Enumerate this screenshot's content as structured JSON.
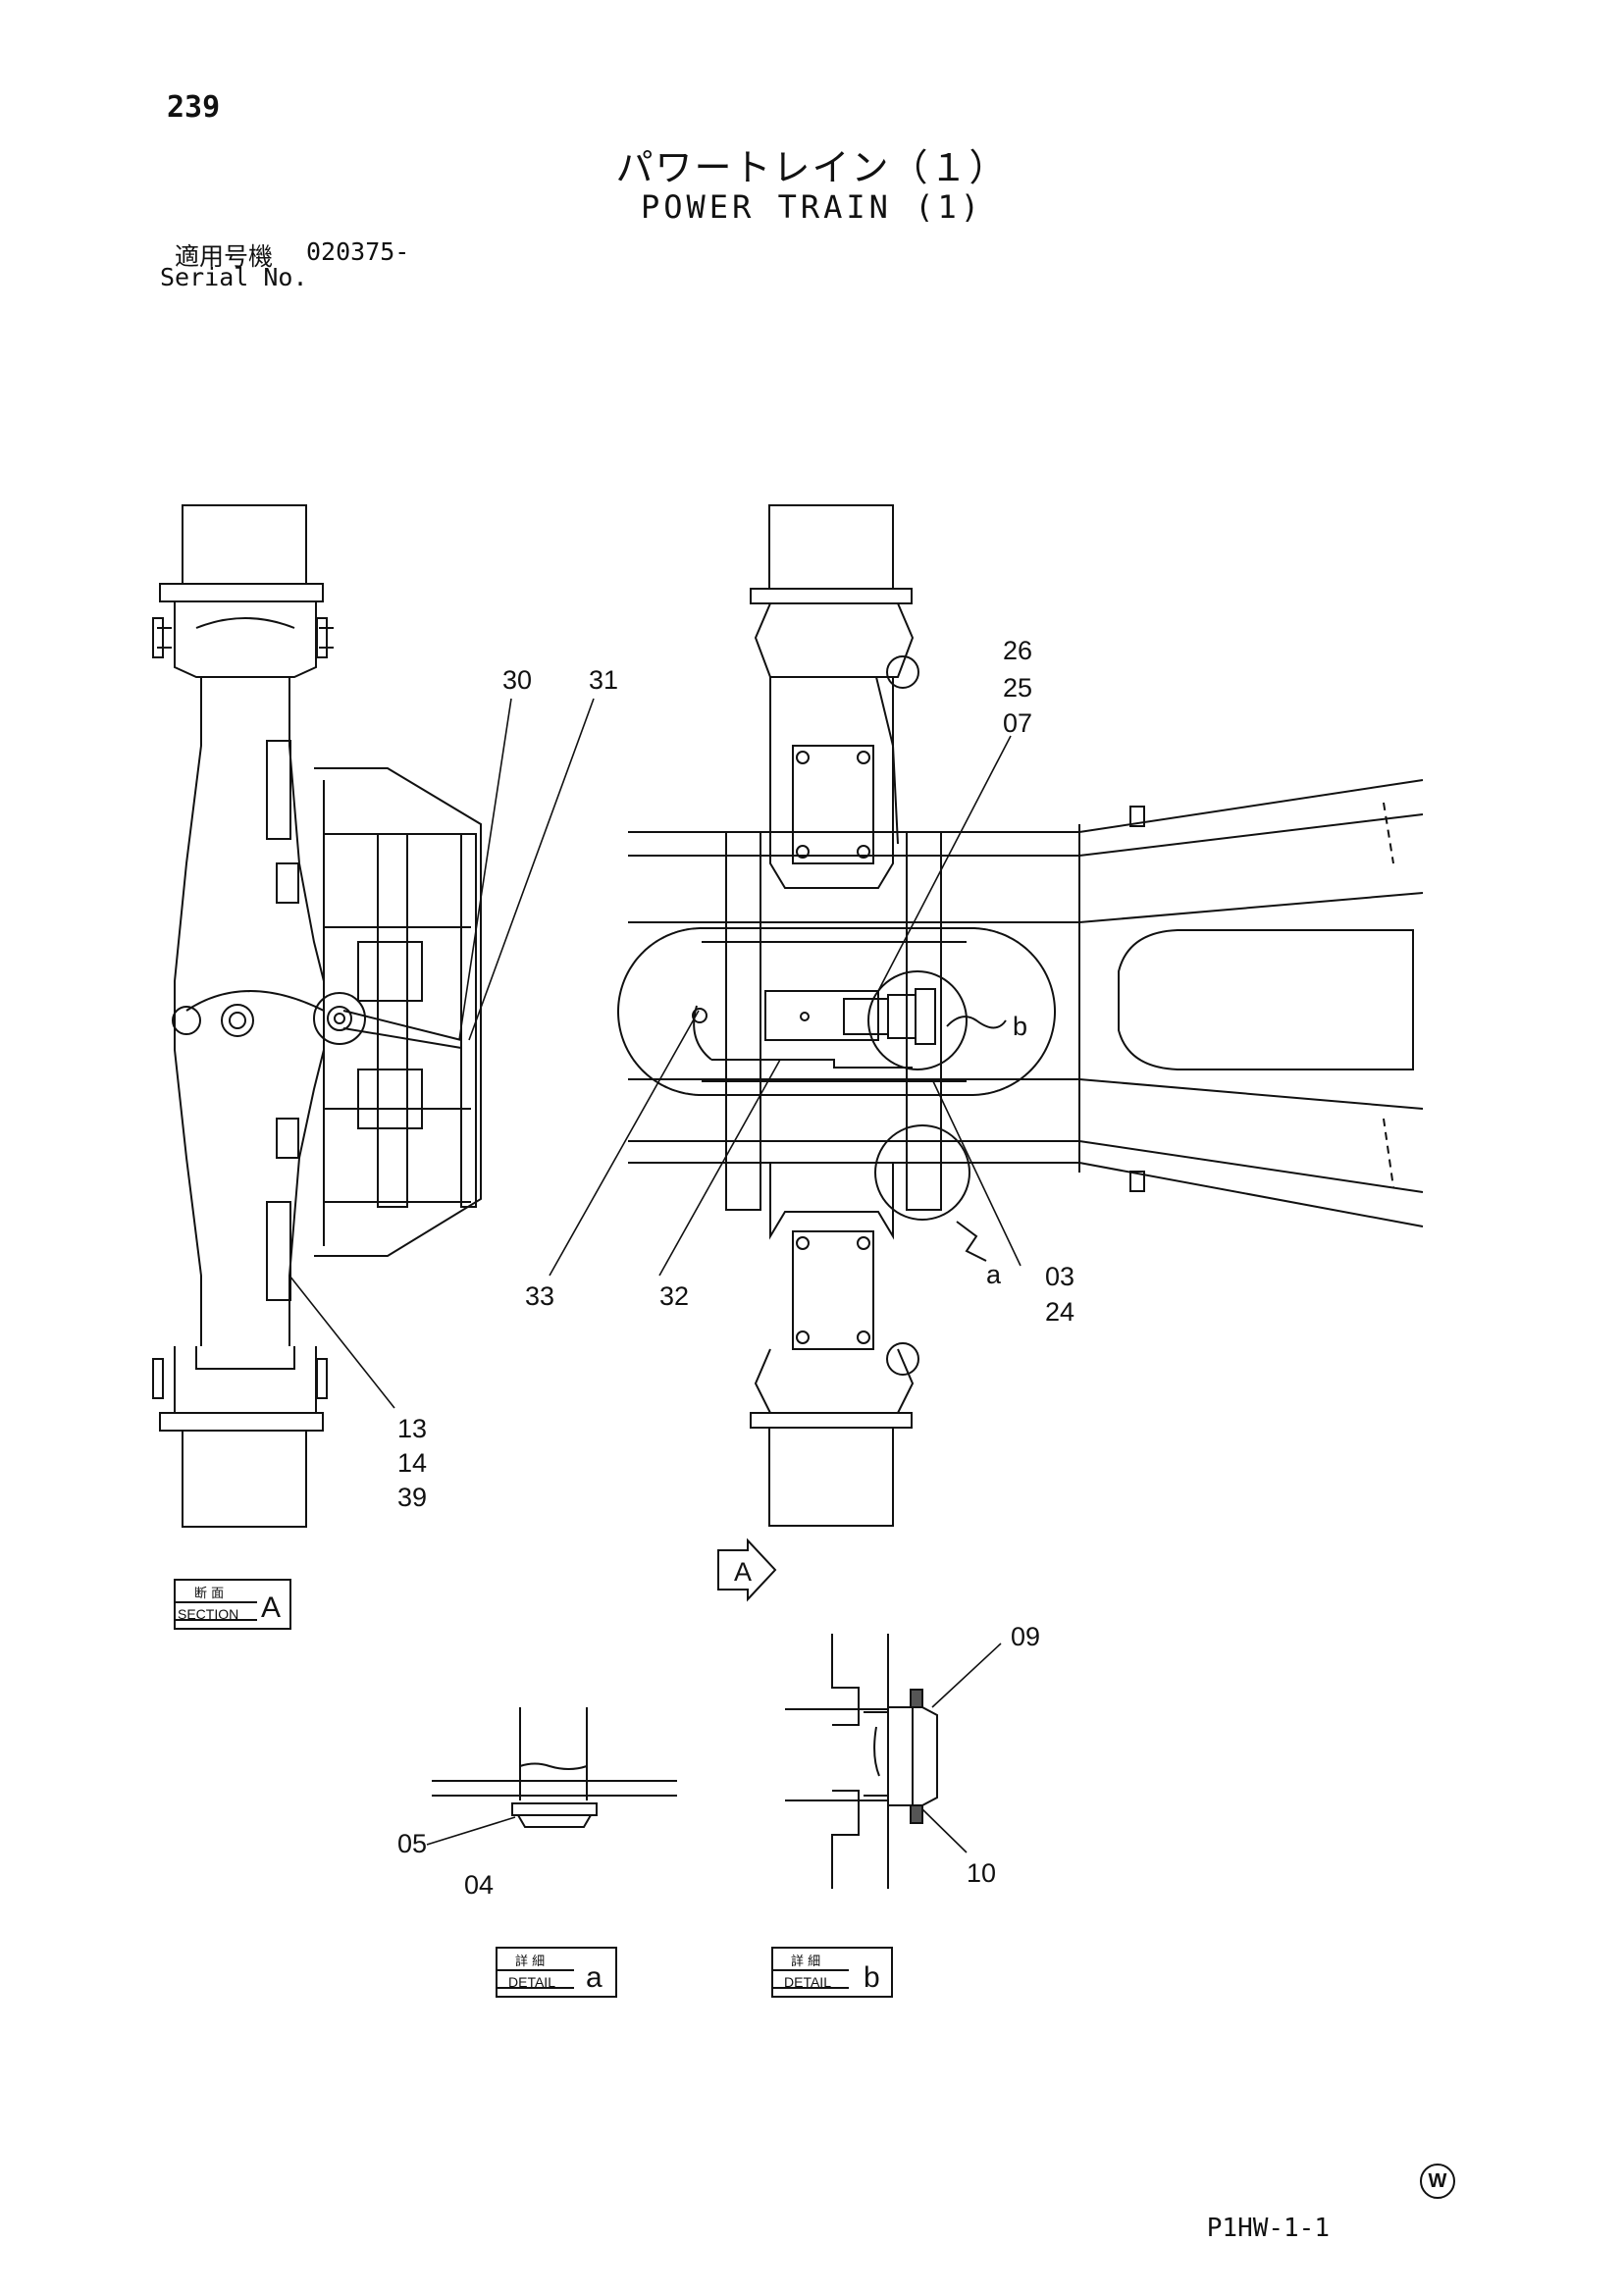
{
  "page_number": "239",
  "title_ja": "パワートレイン（１）",
  "title_en": "POWER TRAIN (1)",
  "serial": {
    "label_ja": "適用号機",
    "value": "020375-",
    "label_en": "Serial No."
  },
  "callouts": {
    "c30": "30",
    "c31": "31",
    "c26": "26",
    "c25": "25",
    "c07": "07",
    "c33": "33",
    "c32": "32",
    "c03": "03",
    "c24": "24",
    "c13": "13",
    "c14": "14",
    "c39": "39",
    "c09": "09",
    "c10": "10",
    "c05": "05",
    "c04": "04",
    "a": "a",
    "b": "b"
  },
  "view_arrow": "A",
  "section_tag": {
    "ja": "断 面",
    "en": "SECTION",
    "letter": "A"
  },
  "detail_a_tag": {
    "ja": "詳 細",
    "en": "DETAIL",
    "letter": "a"
  },
  "detail_b_tag": {
    "ja": "詳 細",
    "en": "DETAIL",
    "letter": "b"
  },
  "mark": "W",
  "drawing_code": "P1HW-1-1"
}
